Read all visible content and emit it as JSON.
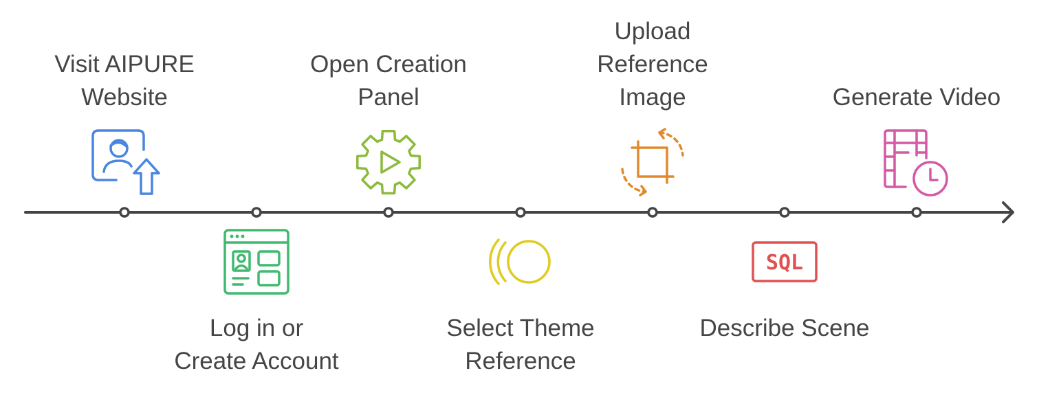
{
  "timeline": {
    "line_color": "#454545",
    "steps": [
      {
        "id": "visit-website",
        "lines": [
          "Visit AIPURE",
          "Website"
        ],
        "position": "above",
        "icon": "user-upload-icon",
        "color": "#4a86e0"
      },
      {
        "id": "log-in",
        "lines": [
          "Log in or",
          "Create Account"
        ],
        "position": "below",
        "icon": "browser-profile-icon",
        "color": "#3fba6f"
      },
      {
        "id": "open-panel",
        "lines": [
          "Open Creation",
          "Panel"
        ],
        "position": "above",
        "icon": "gear-play-icon",
        "color": "#8bba3d"
      },
      {
        "id": "select-theme",
        "lines": [
          "Select Theme",
          "Reference"
        ],
        "position": "below",
        "icon": "concentric-circles-icon",
        "color": "#dfcc1e"
      },
      {
        "id": "upload-image",
        "lines": [
          "Upload",
          "Reference",
          "Image"
        ],
        "position": "above",
        "icon": "crop-rotate-icon",
        "color": "#e08a2c"
      },
      {
        "id": "describe-scene",
        "lines": [
          "Describe Scene"
        ],
        "position": "below",
        "icon": "sql-box-icon",
        "color": "#e05252"
      },
      {
        "id": "generate-video",
        "lines": [
          "Generate Video"
        ],
        "position": "above",
        "icon": "film-clock-icon",
        "color": "#d45aa5"
      }
    ]
  },
  "icons": {
    "sql-box-icon": {
      "text": "SQL"
    }
  }
}
